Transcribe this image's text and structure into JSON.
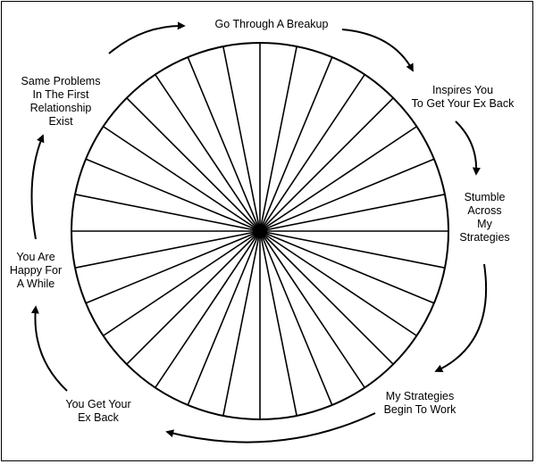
{
  "diagram": {
    "type": "cycle",
    "center_wheel": {
      "spokes": 32
    },
    "steps": [
      "Go Through A Breakup",
      "Inspires You\nTo Get Your Ex Back",
      "Stumble\nAcross\nMy\nStrategies",
      "My Strategies\nBegin To Work",
      "You Get Your\nEx Back",
      "You Are\nHappy For\nA While",
      "Same Problems\nIn The First\nRelationship\nExist"
    ],
    "colors": {
      "line": "#000000",
      "background": "#ffffff"
    }
  }
}
